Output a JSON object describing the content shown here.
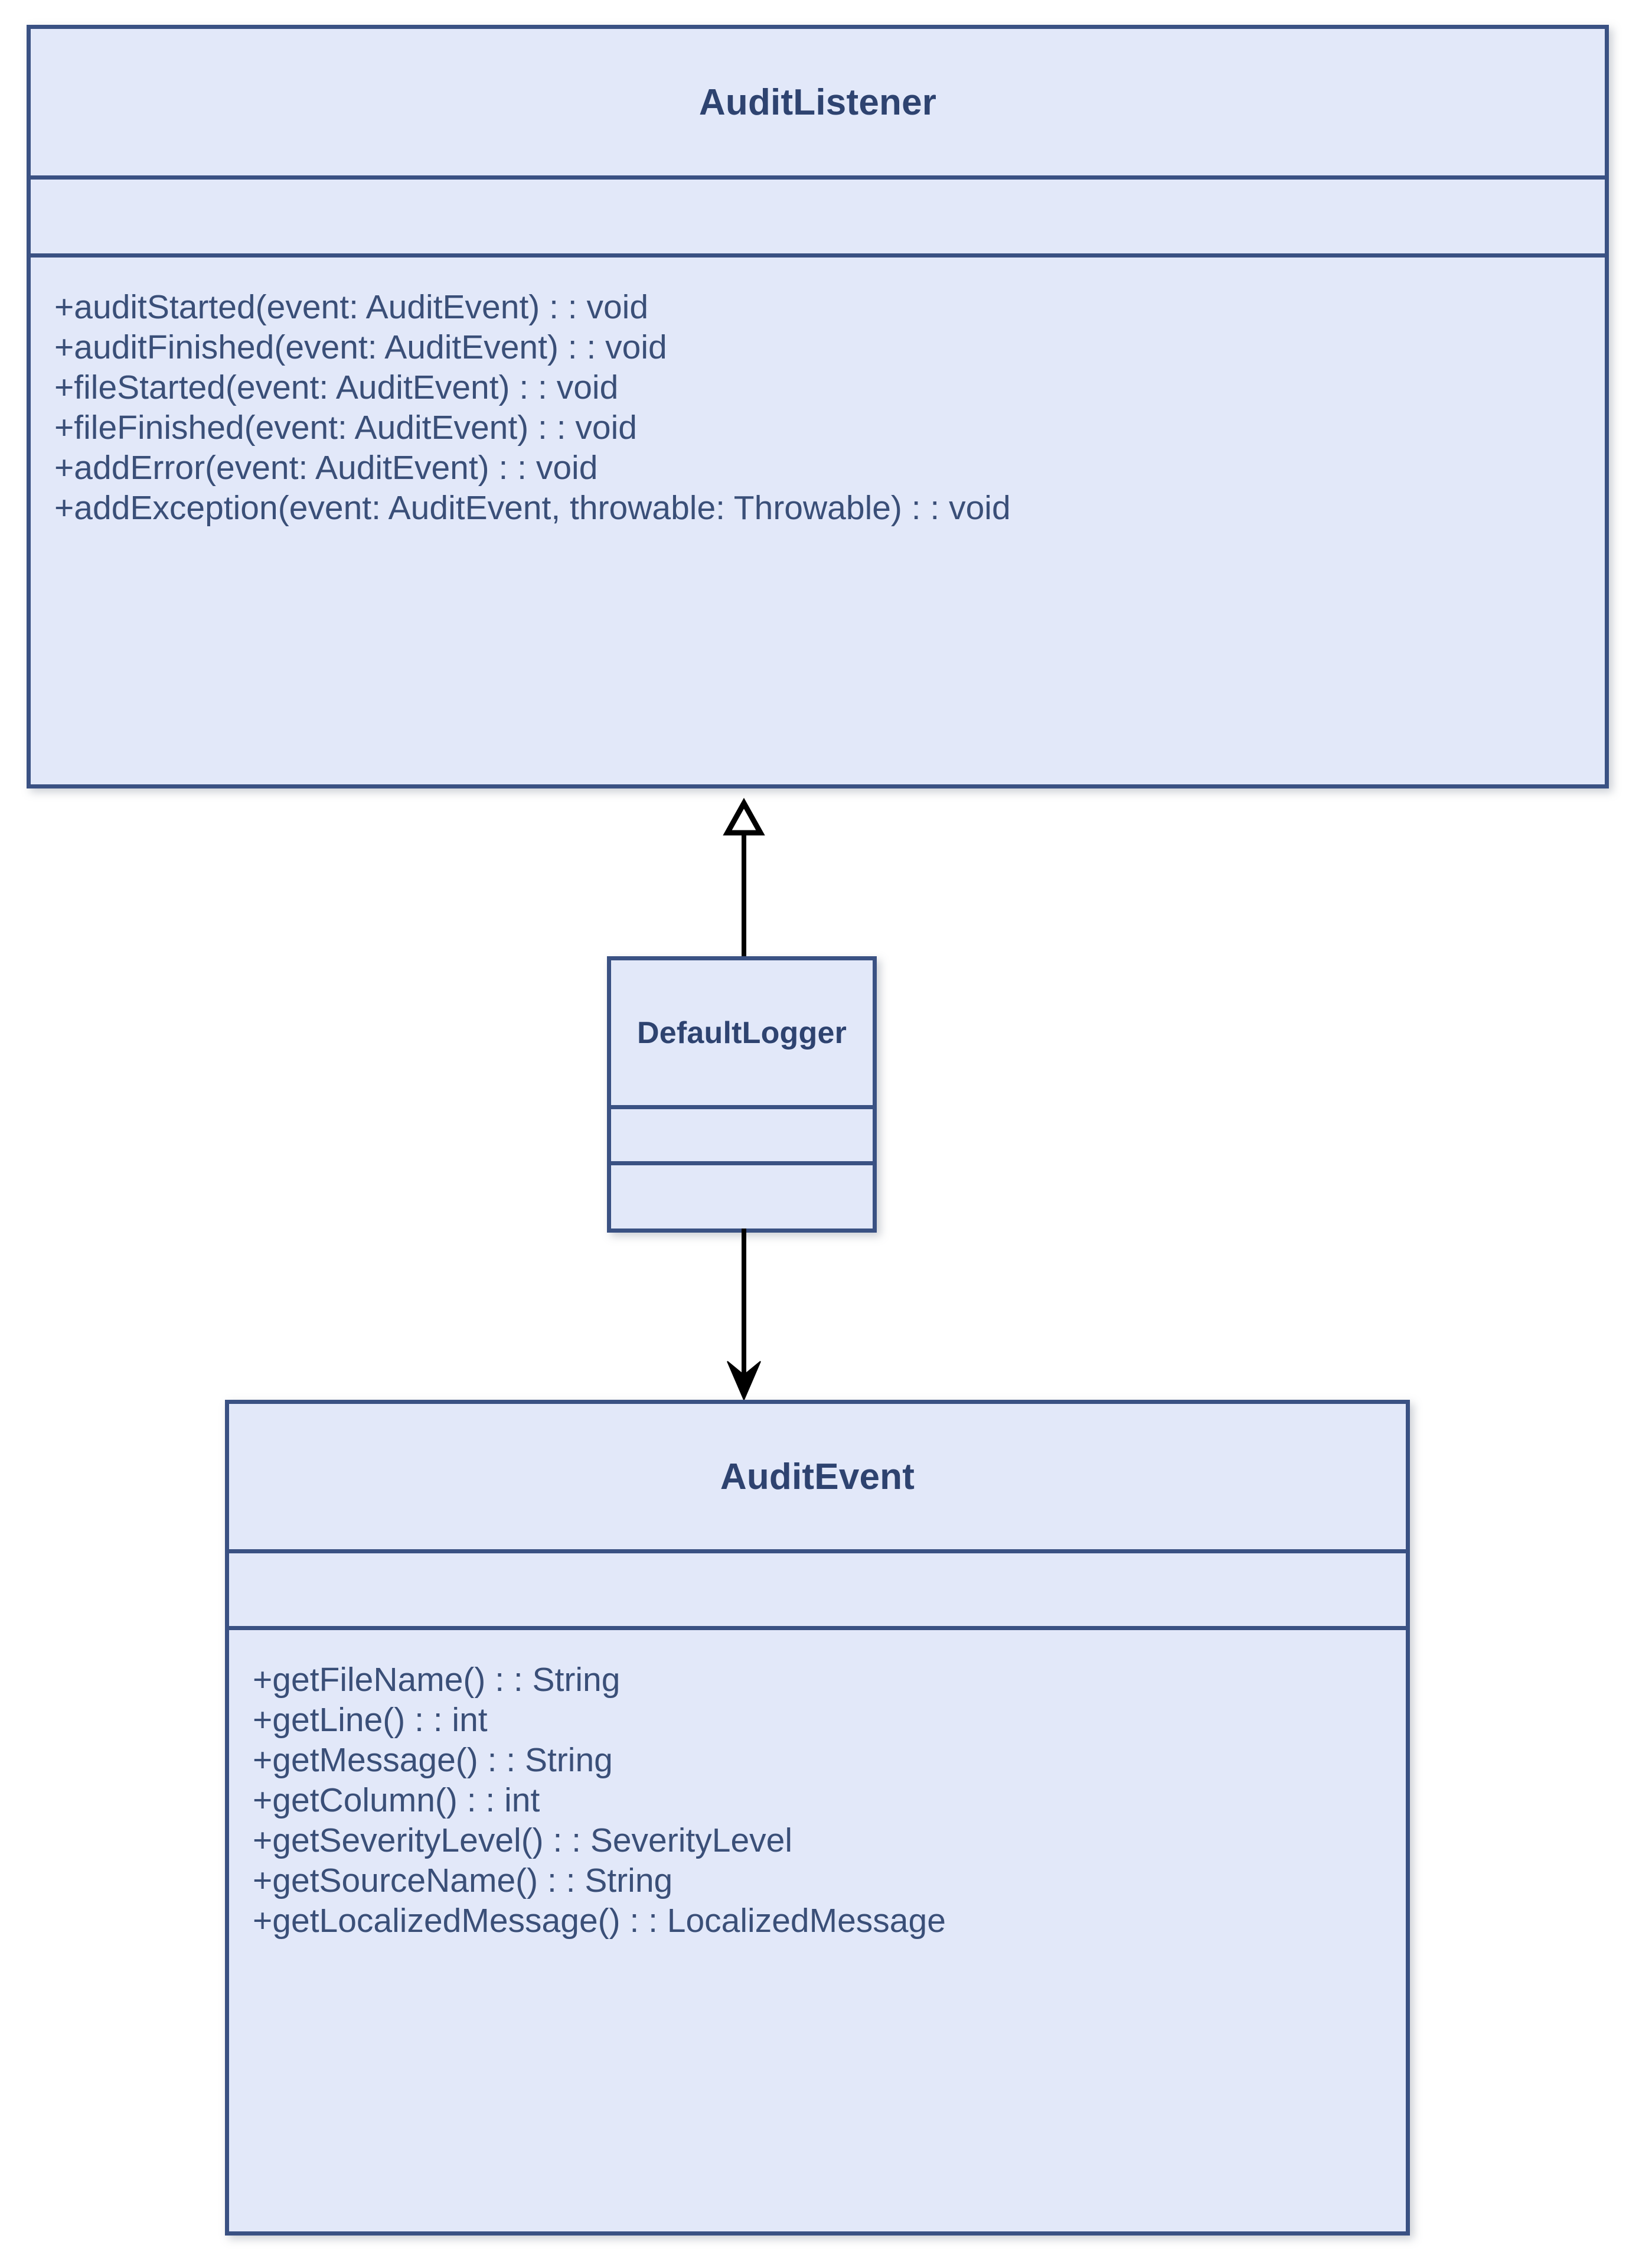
{
  "diagram": {
    "type": "uml-class-diagram",
    "background_color": "#ffffff",
    "box_fill_color": "#e2e8f9",
    "box_border_color": "#3a5183",
    "title_text_color": "#2e4370",
    "member_text_color": "#3a4f78",
    "connector_color": "#000000"
  },
  "classes": [
    {
      "name": "AuditListener",
      "attributes": [],
      "methods": [
        "+auditStarted(event: AuditEvent) : : void",
        "+auditFinished(event: AuditEvent) : : void",
        "+fileStarted(event: AuditEvent) : : void",
        "+fileFinished(event: AuditEvent) : : void",
        "+addError(event: AuditEvent) : : void",
        "+addException(event: AuditEvent, throwable: Throwable) : : void"
      ]
    },
    {
      "name": "DefaultLogger",
      "attributes": [],
      "methods": []
    },
    {
      "name": "AuditEvent",
      "attributes": [],
      "methods": [
        "+getFileName() : : String",
        "+getLine() : : int",
        "+getMessage() : : String",
        "+getColumn() : : int",
        "+getSeverityLevel() : : SeverityLevel",
        "+getSourceName() : : String",
        "+getLocalizedMessage() : : LocalizedMessage"
      ]
    }
  ],
  "relationships": [
    {
      "kind": "generalization",
      "from": "DefaultLogger",
      "to": "AuditListener",
      "arrowhead": "hollow-triangle"
    },
    {
      "kind": "association",
      "from": "DefaultLogger",
      "to": "AuditEvent",
      "arrowhead": "solid-arrow"
    }
  ]
}
